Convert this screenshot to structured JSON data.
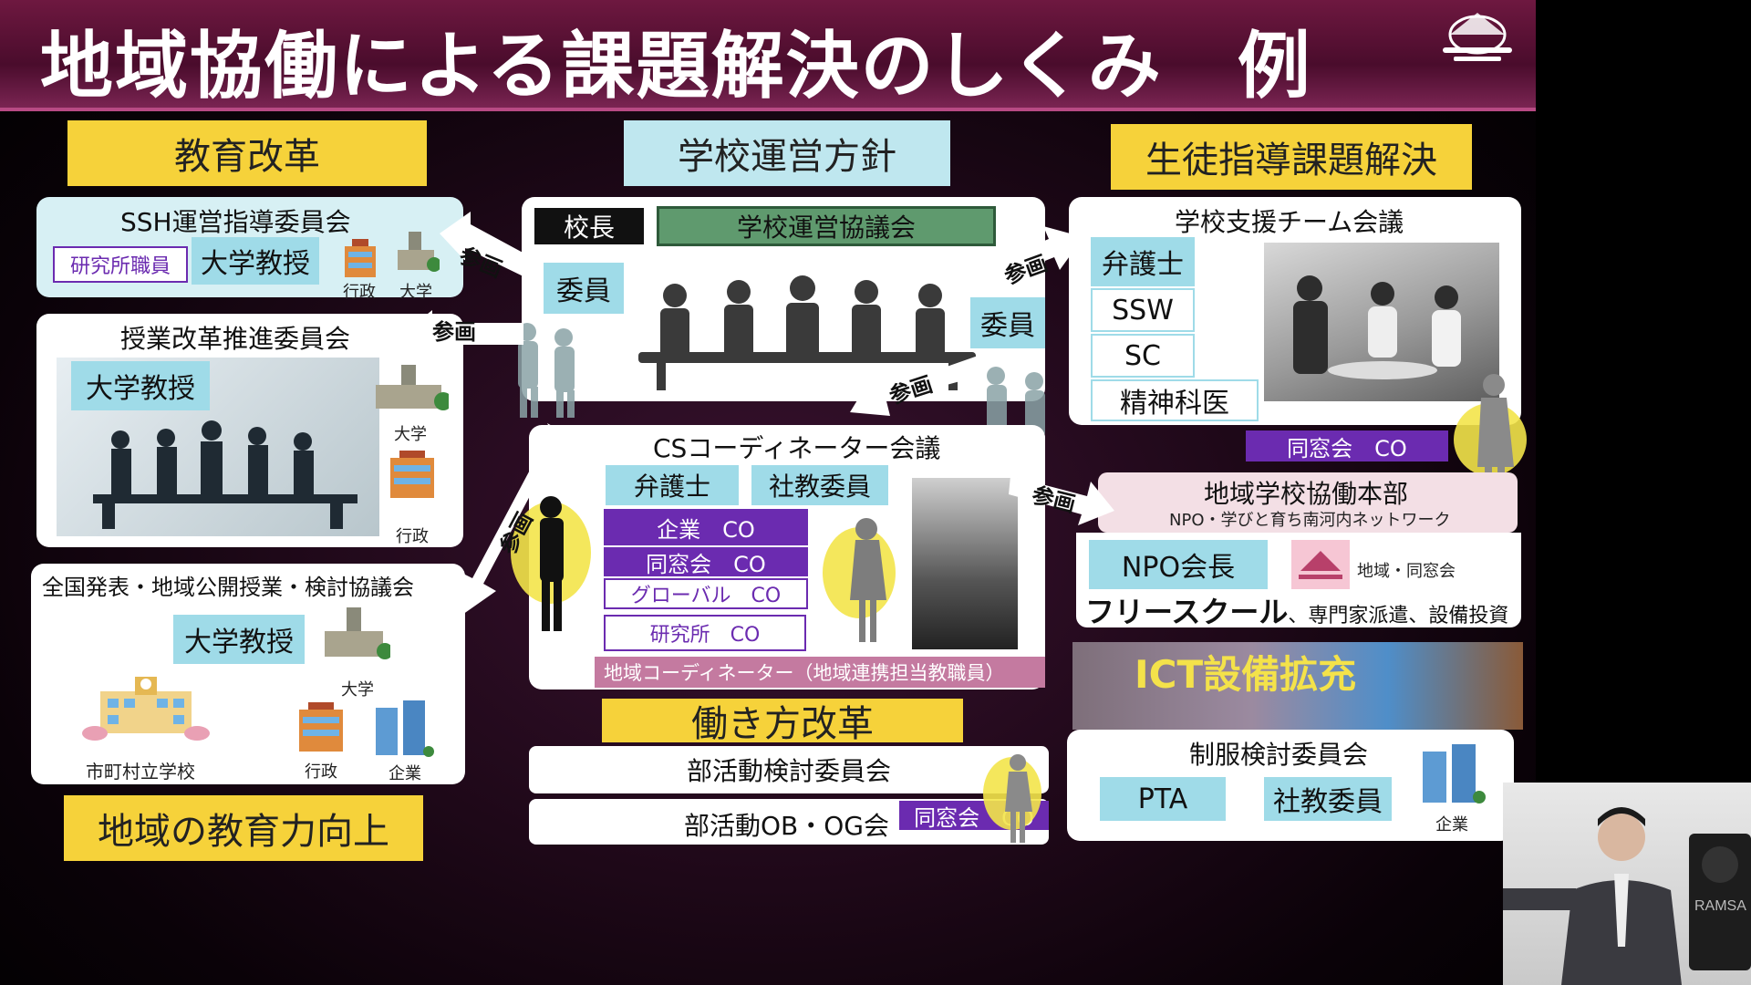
{
  "title": "地域協働による課題解決のしくみ　例",
  "headers": {
    "kyoiku": "教育改革",
    "unei": "学校運営方針",
    "seito": "生徒指導課題解決",
    "hatarakikata": "働き方改革",
    "chiiki": "地域の教育力向上",
    "ict": "ICT設備拡充"
  },
  "ssh": {
    "title": "SSH運営指導委員会",
    "institute": "研究所職員",
    "professor": "大学教授",
    "gyosei": "行政",
    "daigaku": "大学"
  },
  "jugyo": {
    "title": "授業改革推進委員会",
    "professor": "大学教授",
    "daigaku": "大学",
    "gyosei": "行政"
  },
  "zenkoku": {
    "title": "全国発表・地域公開授業・検討協議会",
    "professor": "大学教授",
    "daigaku": "大学",
    "school": "市町村立学校",
    "gyosei": "行政",
    "kigyo": "企業"
  },
  "center": {
    "principal": "校長",
    "council": "学校運営協議会",
    "member_left": "委員",
    "member_right": "委員"
  },
  "cs": {
    "title": "CSコーディネーター会議",
    "bengoshi": "弁護士",
    "shakyo": "社教委員",
    "kigyo_co": "企業　CO",
    "dosokai_co": "同窓会　CO",
    "global_co": "グローバル　CO",
    "kenkyujo_co": "研究所　CO",
    "coordinator": "地域コーディネーター（地域連携担当教職員）"
  },
  "bukatsu": {
    "committee": "部活動検討委員会",
    "obog": "部活動OB・OG会",
    "dosokai": "同窓会　CO"
  },
  "support": {
    "title": "学校支援チーム会議",
    "bengoshi": "弁護士",
    "ssw": "SSW",
    "sc": "SC",
    "seishin": "精神科医",
    "dosokai": "同窓会　CO"
  },
  "chiikigakko": {
    "title": "地域学校協働本部",
    "subtitle": "NPO・学びと育ち南河内ネットワーク",
    "npo": "NPO会長",
    "doso": "地域・同窓会",
    "free_school": "フリースクール",
    "free_rest": "、専門家派遣、設備投資"
  },
  "seifuku": {
    "title": "制服検討委員会",
    "pta": "PTA",
    "shakyo": "社教委員",
    "kigyo": "企業"
  },
  "arrows": {
    "sankaku": "参画"
  },
  "speaker_brand": "RAMSA",
  "colors": {
    "title_bar": "#5a1035",
    "yellow": "#f6d23a",
    "cyan": "#9fdbe8",
    "purple": "#6b2bb0",
    "green": "#5f9a6e"
  }
}
